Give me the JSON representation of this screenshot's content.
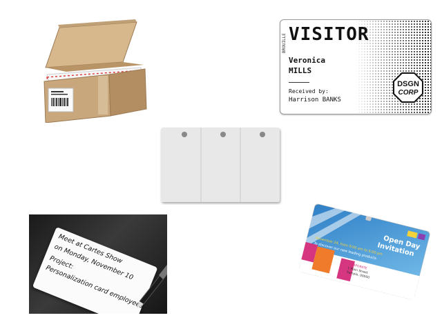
{
  "badge": {
    "side_text": "BROUILLE",
    "title": "VISITOR",
    "first_name": "Veronica",
    "last_name": "MILLS",
    "received_label": "Received by:",
    "host_name": "Harrison BANKS",
    "logo_line1": "DSGN",
    "logo_line2": "CORP"
  },
  "photo_card": {
    "line1": "Meet at Cartes Show",
    "line2": "on Monday, November 10",
    "line3": "Project:",
    "line4": "Personalization card employees."
  },
  "openday": {
    "title_line1": "Open Day",
    "title_line2": "Invitation",
    "line1": "November 24, from 9:00 am to 6:00 pm",
    "line2": "To discover our new leading products",
    "addr1": "CORPORATE",
    "addr2": "1 Main Street",
    "addr3": "Sample, 00000"
  },
  "colors": {
    "box_cardboard": "#c9a77c",
    "photo_bg": "#222222",
    "openday_blue": "#3d8fd0",
    "openday_magenta": "#d6357f",
    "openday_orange": "#f07b2b",
    "openday_yellow": "#f6d23a"
  }
}
